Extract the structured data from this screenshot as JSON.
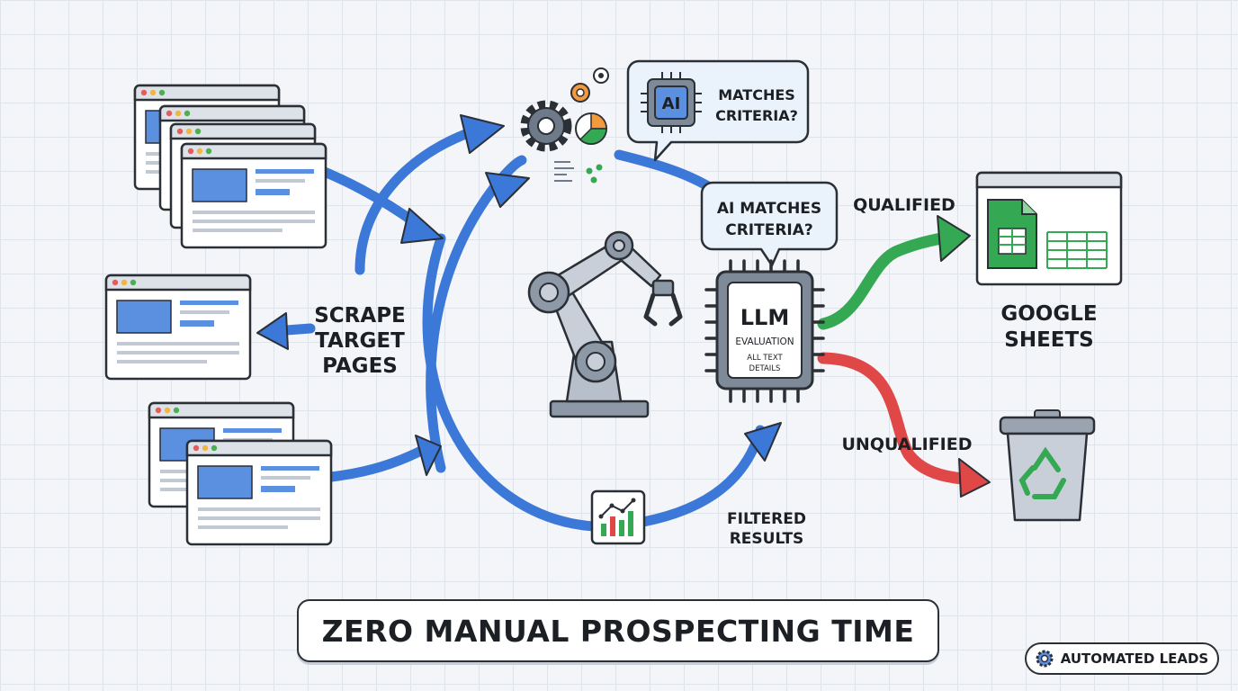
{
  "labels": {
    "scrape_line1": "SCRAPE",
    "scrape_line2": "TARGET",
    "scrape_line3": "PAGES",
    "ai_bubble_top_line1": "MATCHES",
    "ai_bubble_top_line2": "CRITERIA?",
    "ai_chip_text": "AI",
    "ai_bubble_mid_line1": "AI MATCHES",
    "ai_bubble_mid_line2": "CRITERIA?",
    "llm_title": "LLM",
    "llm_sub": "EVALUATION",
    "llm_detail_line1": "ALL TEXT",
    "llm_detail_line2": "DETAILS",
    "qualified": "QUALIFIED",
    "unqualified": "UNQUALIFIED",
    "google_line1": "GOOGLE",
    "google_line2": "SHEETS",
    "filtered_line1": "FILTERED",
    "filtered_line2": "RESULTS"
  },
  "banner": {
    "text": "ZERO MANUAL PROSPECTING TIME"
  },
  "badge": {
    "text": "AUTOMATED LEADS"
  },
  "icons": [
    "browser-window-icon",
    "gear-icon",
    "pie-chart-icon",
    "ai-chip-icon",
    "robot-arm-icon",
    "llm-chip-icon",
    "spreadsheet-icon",
    "recycle-bin-icon",
    "bar-chart-icon"
  ],
  "colors": {
    "flow_blue": "#3b78d8",
    "qualified_green": "#34a853",
    "unqualified_red": "#e04848",
    "bubble_fill": "#eaf3fb",
    "ink": "#2b2f36"
  }
}
